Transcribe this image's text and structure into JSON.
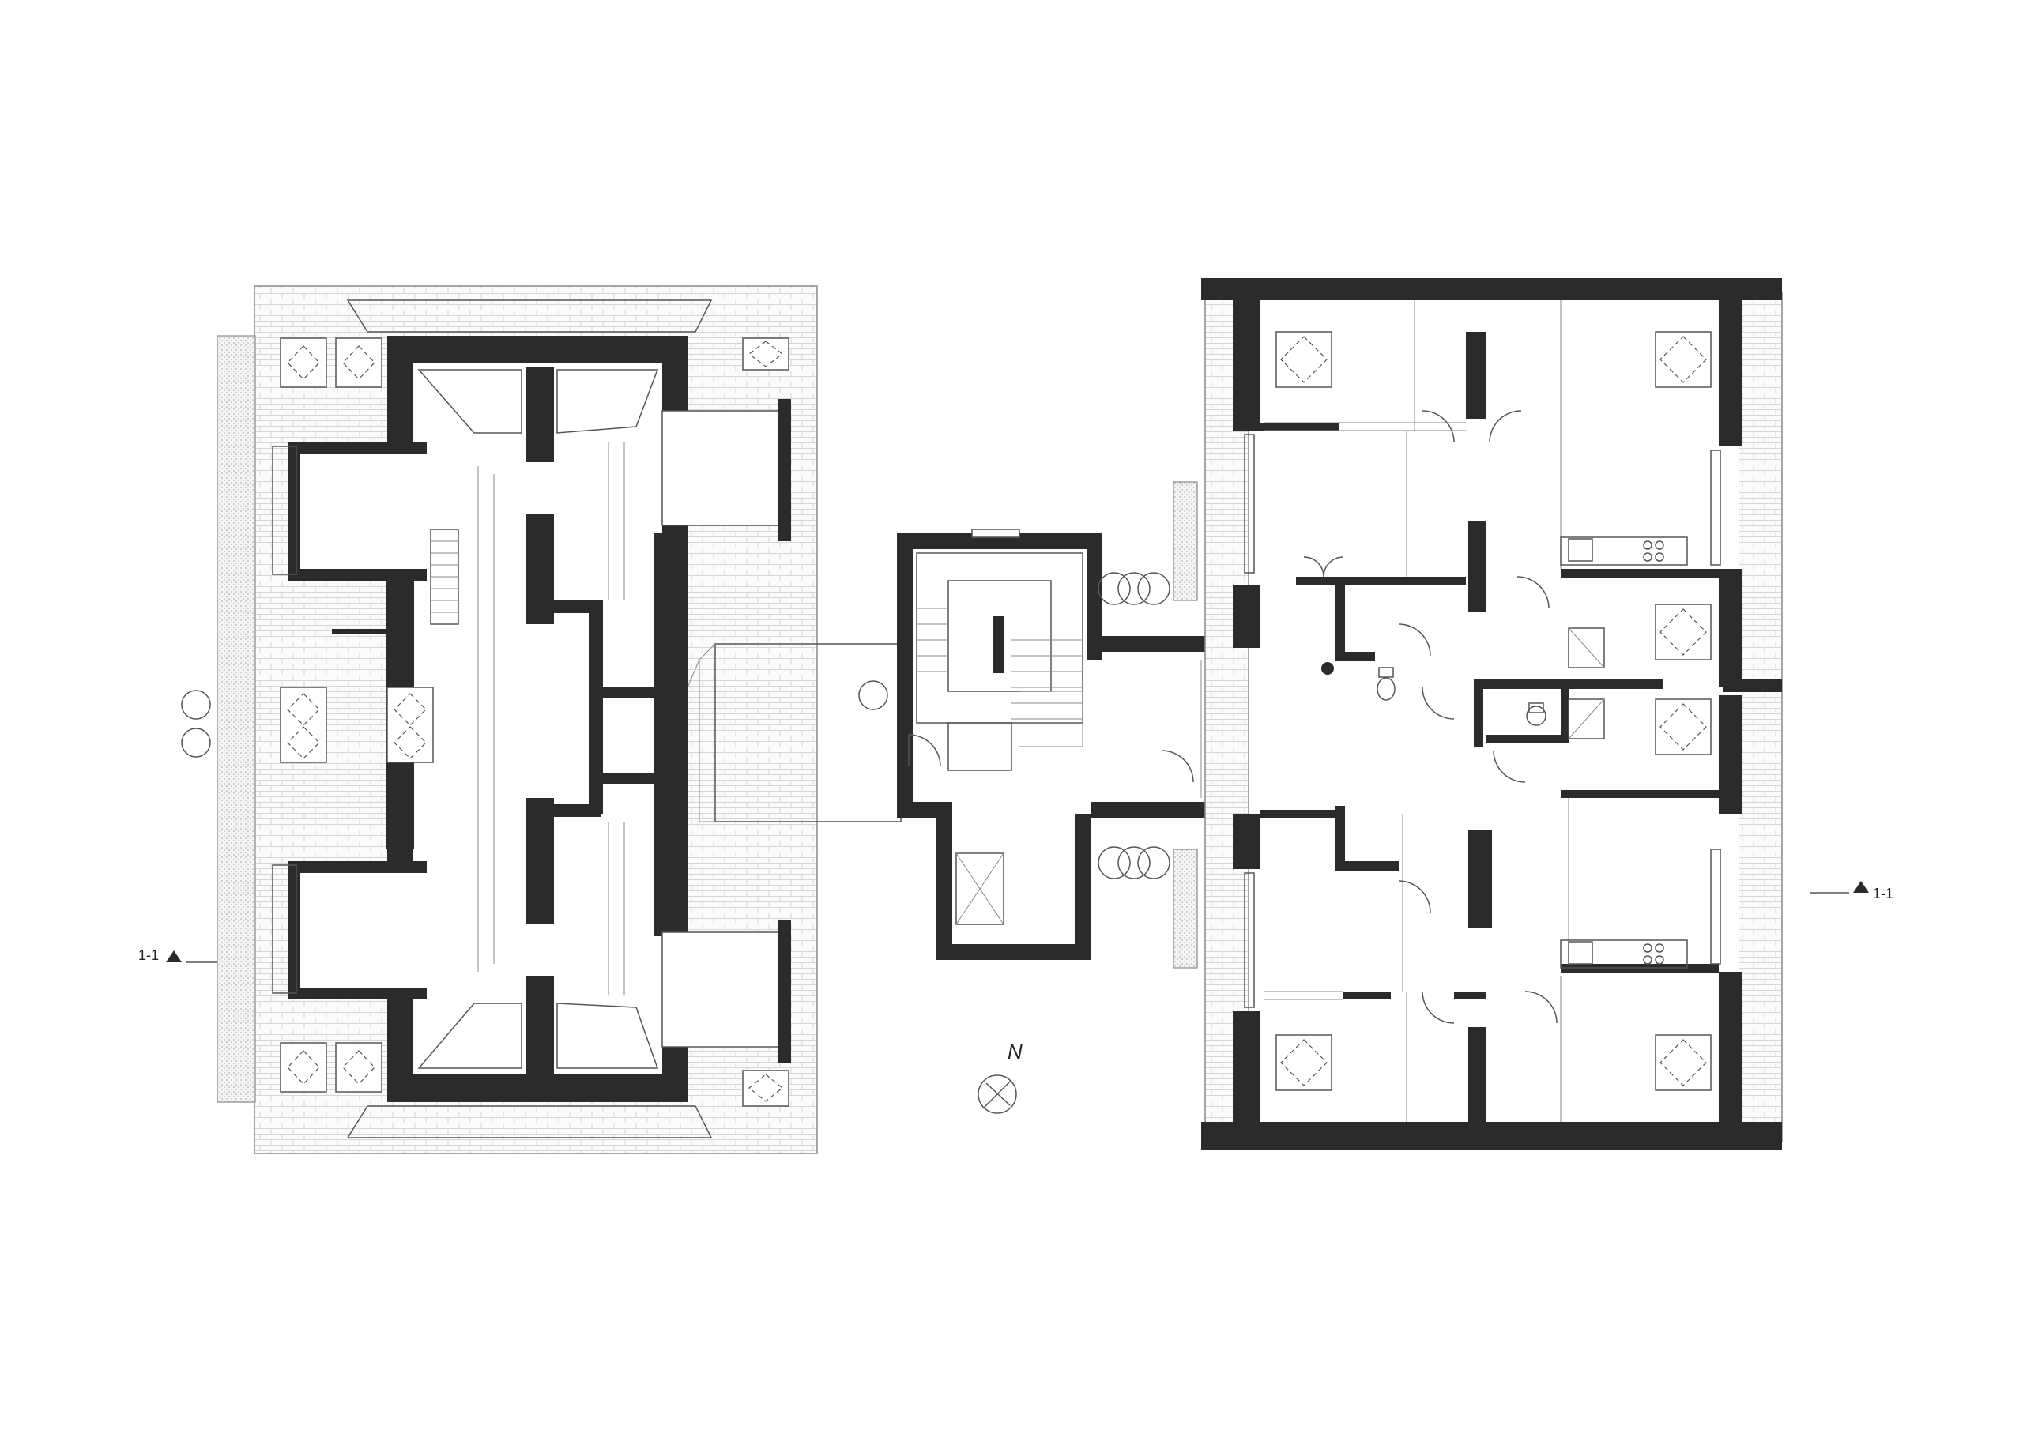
{
  "drawing": {
    "section_marker_left": "1-1",
    "section_marker_right": "1-1",
    "north_label": "N",
    "icons": [
      "section-arrow-icon",
      "north-arrow-icon",
      "skylight-icon",
      "door-swing-icon",
      "stair-icon",
      "toilet-icon",
      "shower-icon",
      "hob-icon",
      "sink-icon",
      "column-icon"
    ],
    "colors": {
      "wall": "#2b2b2b",
      "line": "#555555",
      "background": "#ffffff"
    }
  }
}
